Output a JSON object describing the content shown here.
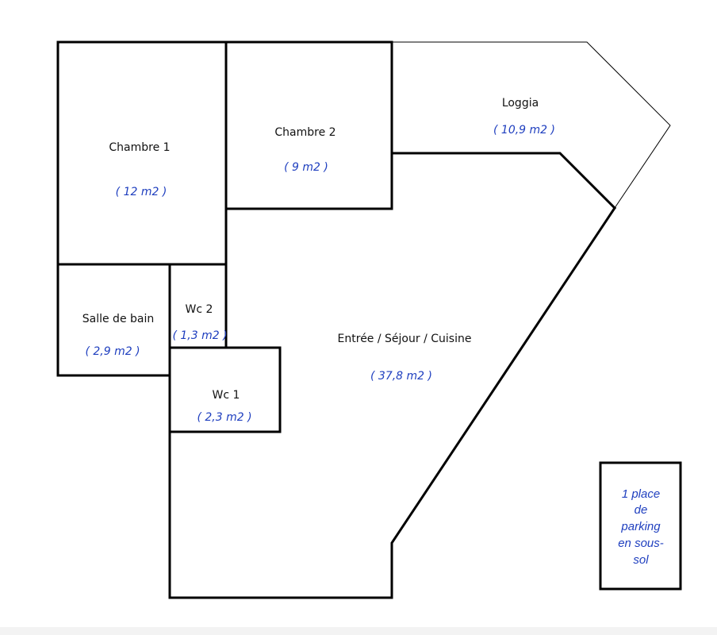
{
  "rooms": {
    "chambre1": {
      "name": "Chambre 1",
      "area": "( 12 m2 )"
    },
    "chambre2": {
      "name": "Chambre 2",
      "area": "( 9 m2 )"
    },
    "loggia": {
      "name": "Loggia",
      "area": "( 10,9 m2 )"
    },
    "salle_de_bain": {
      "name": "Salle de bain",
      "area": "( 2,9 m2 )"
    },
    "wc2": {
      "name": "Wc 2",
      "area": "( 1,3 m2 )"
    },
    "wc1": {
      "name": "Wc 1",
      "area": "( 2,3 m2 )"
    },
    "sejour": {
      "name": "Entrée / Séjour / Cuisine",
      "area": "( 37,8 m2 )"
    }
  },
  "parking": {
    "lines": [
      "1 place",
      "de",
      "parking",
      "en sous-",
      "sol"
    ]
  }
}
